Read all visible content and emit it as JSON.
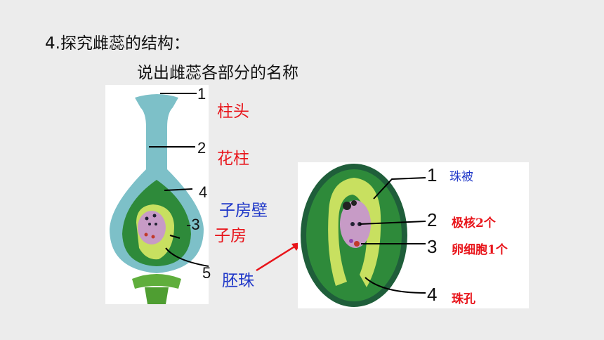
{
  "heading": "4.探究雌蕊的结构：",
  "subheading": "说出雌蕊各部分的名称",
  "pistil": {
    "markers": [
      "1",
      "2",
      "4",
      "-3",
      "5"
    ],
    "labels": [
      "柱头",
      "花柱",
      "子房壁",
      "子房",
      "胚珠"
    ]
  },
  "ovule": {
    "markers": [
      "1",
      "2",
      "3",
      "4"
    ],
    "labels": [
      "珠被",
      "极核2个",
      "卵细胞1个",
      "珠孔"
    ]
  },
  "colors": {
    "red": "#e8141a",
    "blue": "#1f37c8",
    "teal": "#7dc0c8",
    "dark_green": "#2e8a3a",
    "light_green": "#b4d84a",
    "ovule_purple": "#c79bc6"
  }
}
